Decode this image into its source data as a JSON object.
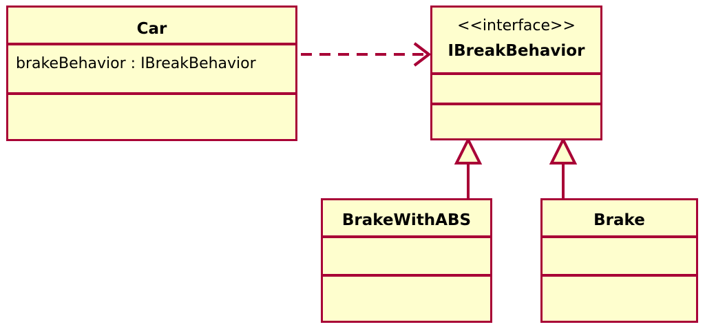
{
  "diagram": {
    "kind": "uml-class-diagram",
    "background_color": "#FFFFFF",
    "class_fill_color": "#FEFECE",
    "class_border_color": "#A80036",
    "text_color": "#000000"
  },
  "classes": [
    {
      "id": "car",
      "name": "Car",
      "stereotype": "",
      "attributes": [
        "brakeBehavior : IBreakBehavior"
      ],
      "operations": []
    },
    {
      "id": "ibreakbehavior",
      "name": "IBreakBehavior",
      "stereotype": "<<interface>>",
      "attributes": [],
      "operations": []
    },
    {
      "id": "brakewithabs",
      "name": "BrakeWithABS",
      "stereotype": "",
      "attributes": [],
      "operations": []
    },
    {
      "id": "brake",
      "name": "Brake",
      "stereotype": "",
      "attributes": [],
      "operations": []
    }
  ],
  "relationships": [
    {
      "id": "car-uses-ibreakbehavior",
      "type": "dependency",
      "style": "dashed-open-arrow",
      "from": "Car",
      "to": "IBreakBehavior",
      "label": ""
    },
    {
      "id": "brakewithabs-implements-ibreakbehavior",
      "type": "realization",
      "style": "solid-hollow-triangle",
      "from": "BrakeWithABS",
      "to": "IBreakBehavior",
      "label": ""
    },
    {
      "id": "brake-implements-ibreakbehavior",
      "type": "realization",
      "style": "solid-hollow-triangle",
      "from": "Brake",
      "to": "IBreakBehavior",
      "label": ""
    }
  ]
}
